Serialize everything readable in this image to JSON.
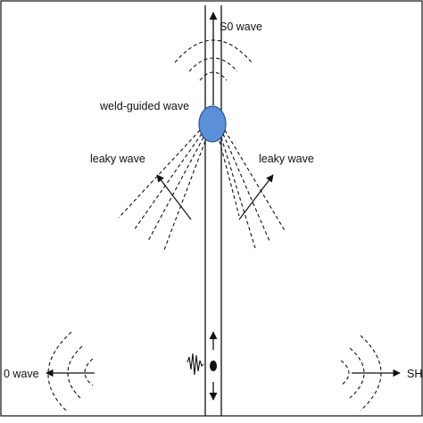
{
  "labels": {
    "s0_wave": "S0 wave",
    "weld_guided_wave": "weld-guided wave",
    "leaky_wave_left": "leaky wave",
    "leaky_wave_right": "leaky wave",
    "left_edge_wave": "0 wave",
    "right_edge_wave": "SH"
  },
  "colors": {
    "line": "#111111",
    "weld_ellipse": "#5b8fd8",
    "weld_ellipse_stroke": "#2a5596"
  }
}
